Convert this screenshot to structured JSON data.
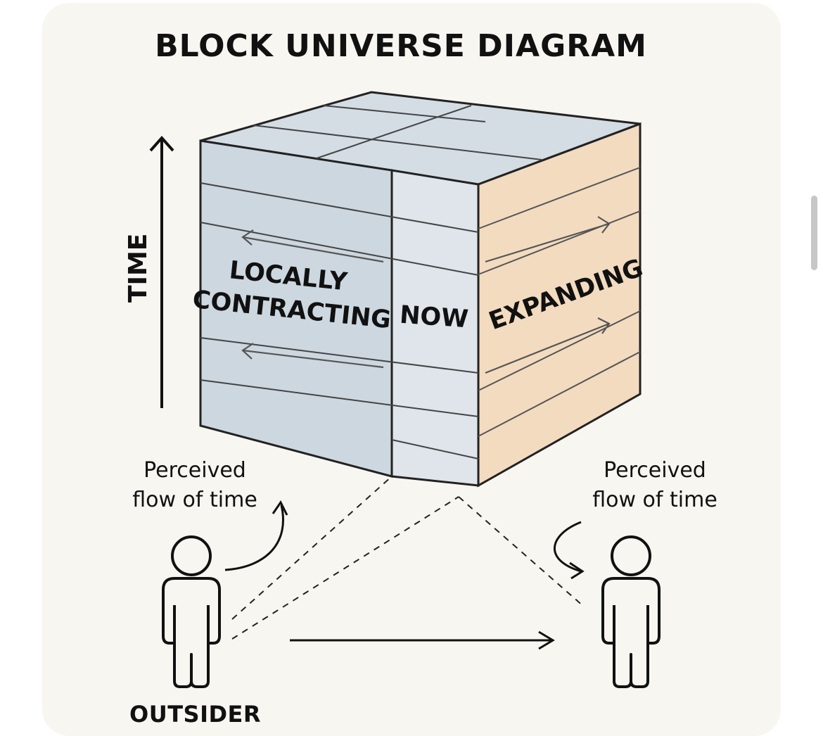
{
  "title": "BLOCK UNIVERSE DIAGRAM",
  "axis": {
    "label": "TIME"
  },
  "cube": {
    "left_label_line1": "LOCALLY",
    "left_label_line2": "CONTRACTING",
    "center_label": "NOW",
    "right_label": "EXPANDING"
  },
  "captions": {
    "left_line1": "Perceived",
    "left_line2": "flow of time",
    "right_line1": "Perceived",
    "right_line2": "flow of time"
  },
  "outsider_label": "OUTSIDER",
  "colors": {
    "background": "#f8f6f1",
    "left_face": "#cdd7df",
    "now_strip": "#dfe5ea",
    "top_face": "#d4dde4",
    "right_face": "#f3dbc0",
    "ink": "#111111"
  }
}
